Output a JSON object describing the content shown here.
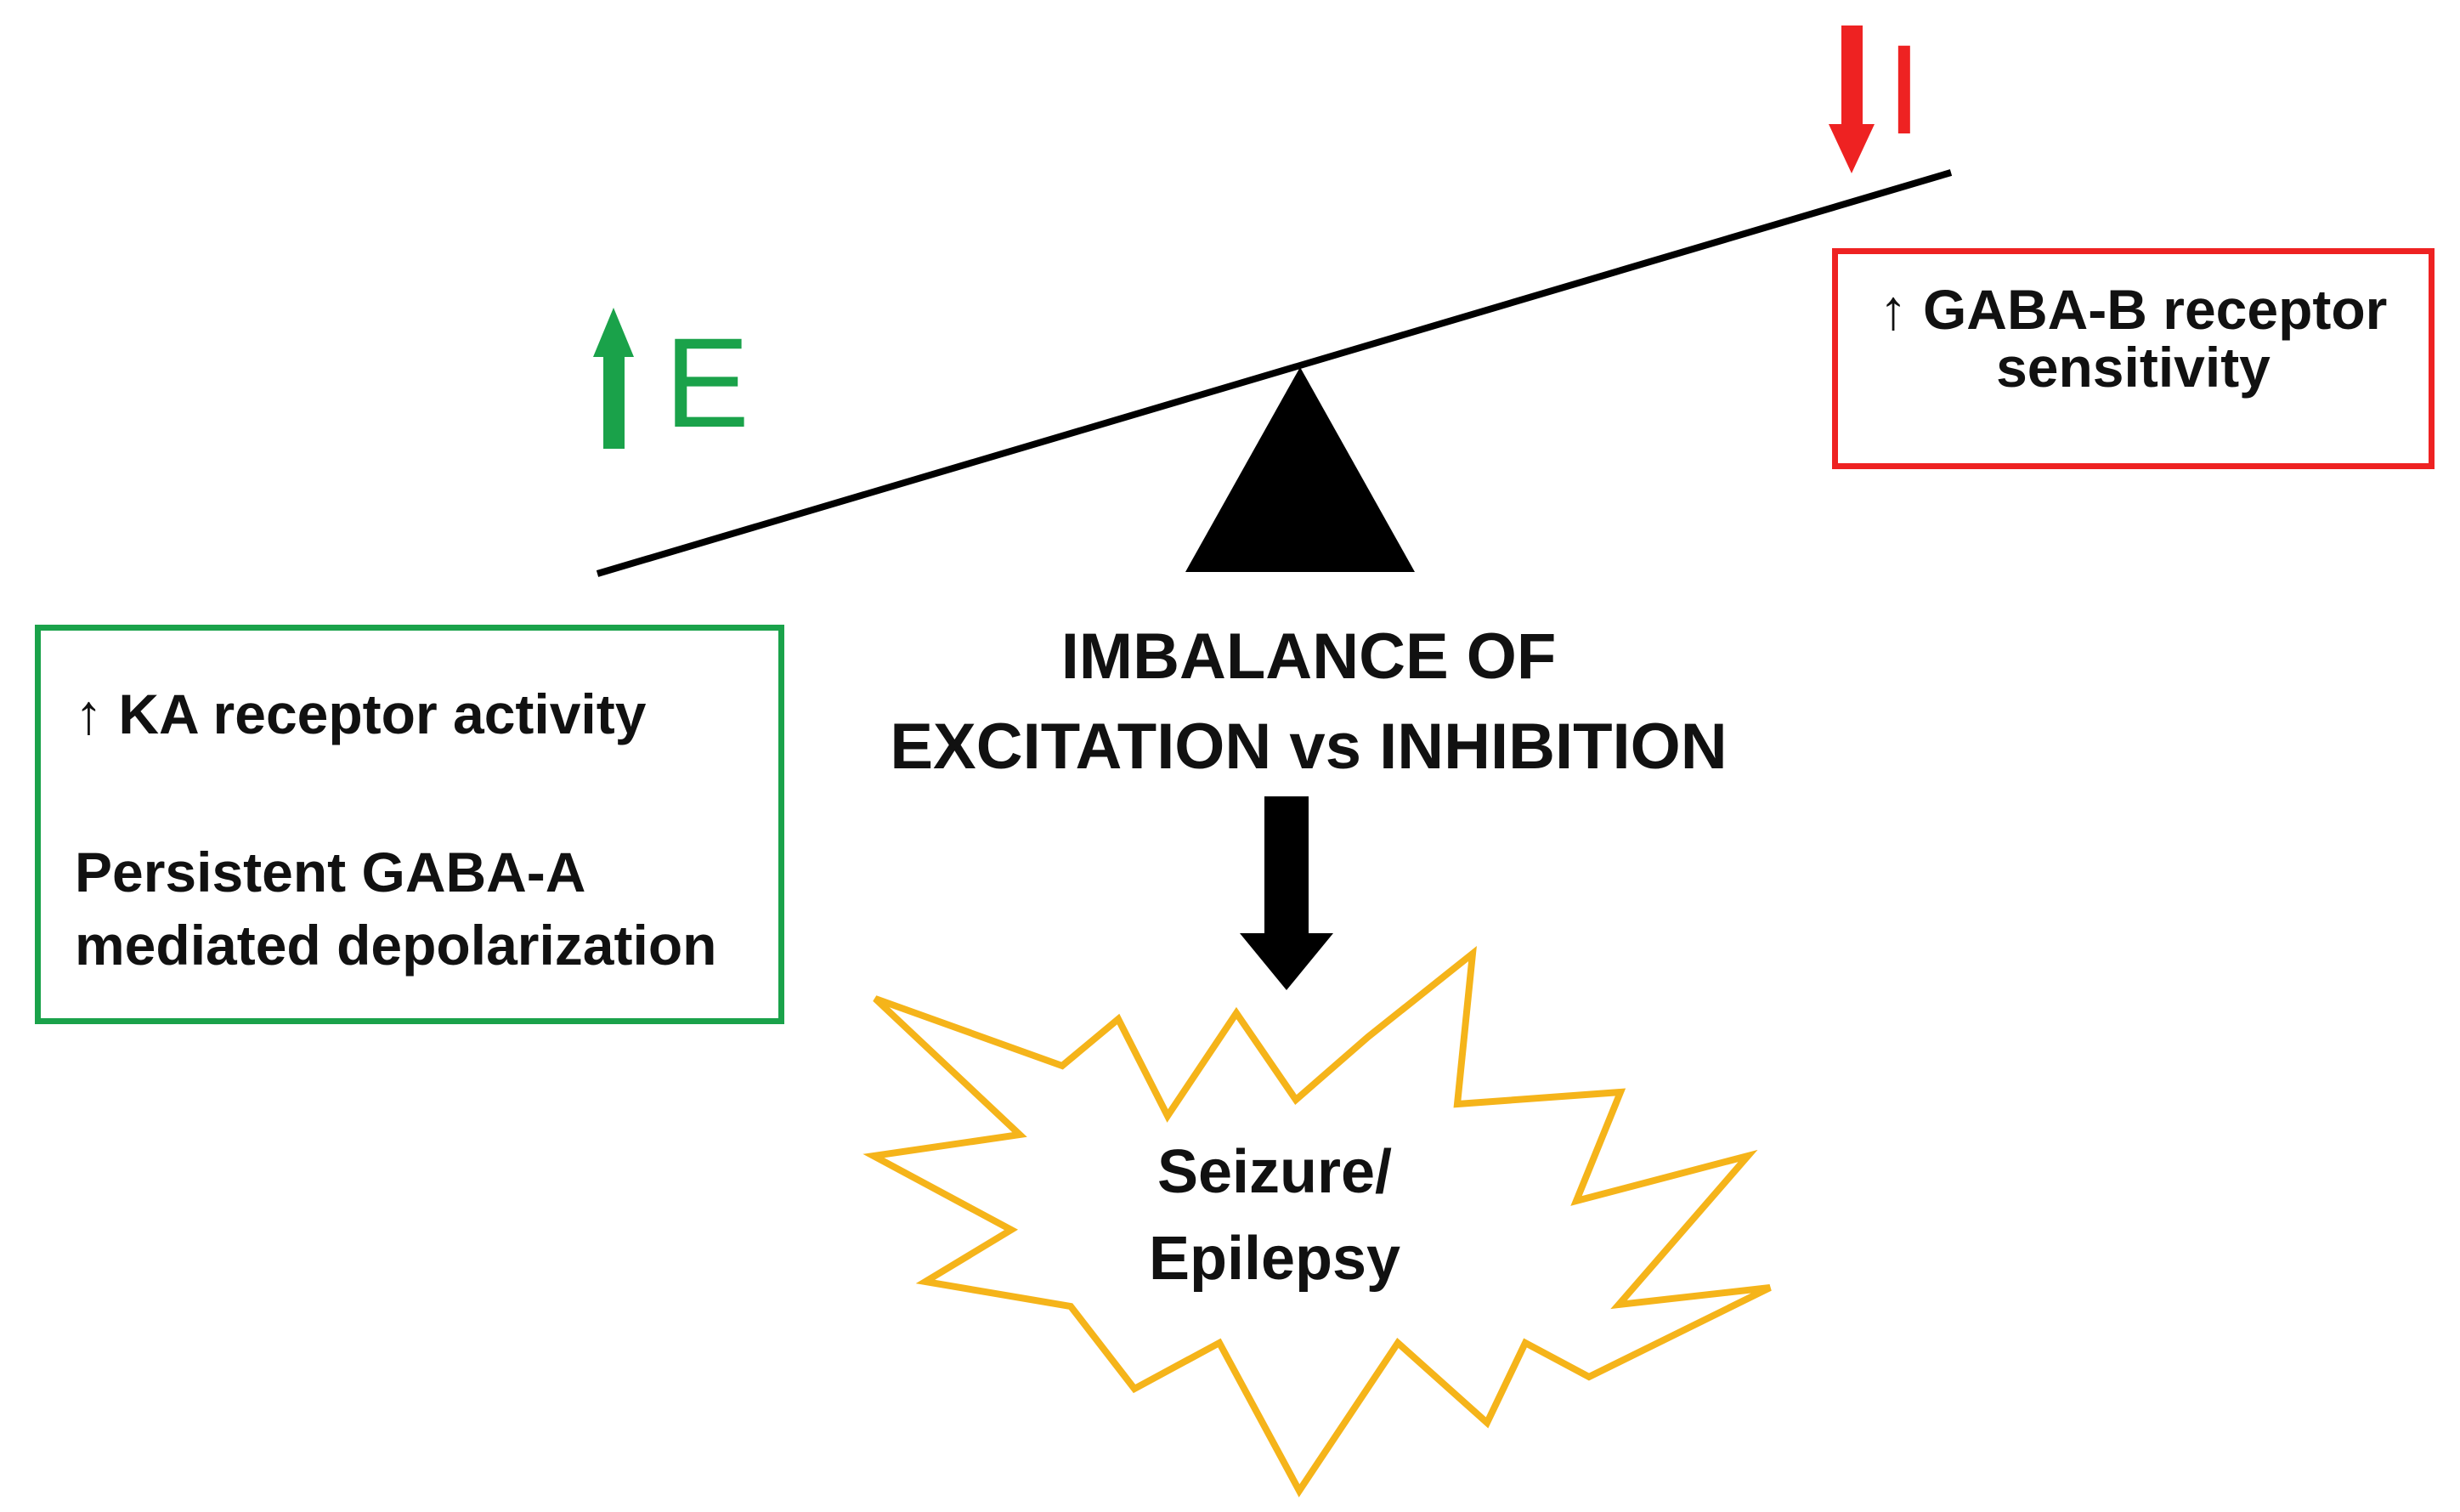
{
  "colors": {
    "excitation": "#1aa24a",
    "inhibition": "#ee2222",
    "burst": "#f5b41a",
    "ink": "#111111"
  },
  "icons": {
    "up_arrow": "green-up-arrow",
    "down_arrow": "red-down-arrow",
    "flow_arrow": "black-down-arrow",
    "fulcrum": "triangle-fulcrum",
    "burst": "starburst"
  },
  "seesaw": {
    "excitation_letter": "E",
    "inhibition_letter": "I"
  },
  "left_box": {
    "item1": "↑ KA receptor activity",
    "item2_line1": "Persistent GABA-A",
    "item2_line2": "mediated depolarization"
  },
  "right_box": {
    "line1": "↑ GABA-B receptor",
    "line2": "sensitivity"
  },
  "center": {
    "line1": "IMBALANCE OF",
    "line2": "EXCITATION vs INHIBITION"
  },
  "outcome": {
    "line1": "Seizure/",
    "line2": "Epilepsy"
  }
}
